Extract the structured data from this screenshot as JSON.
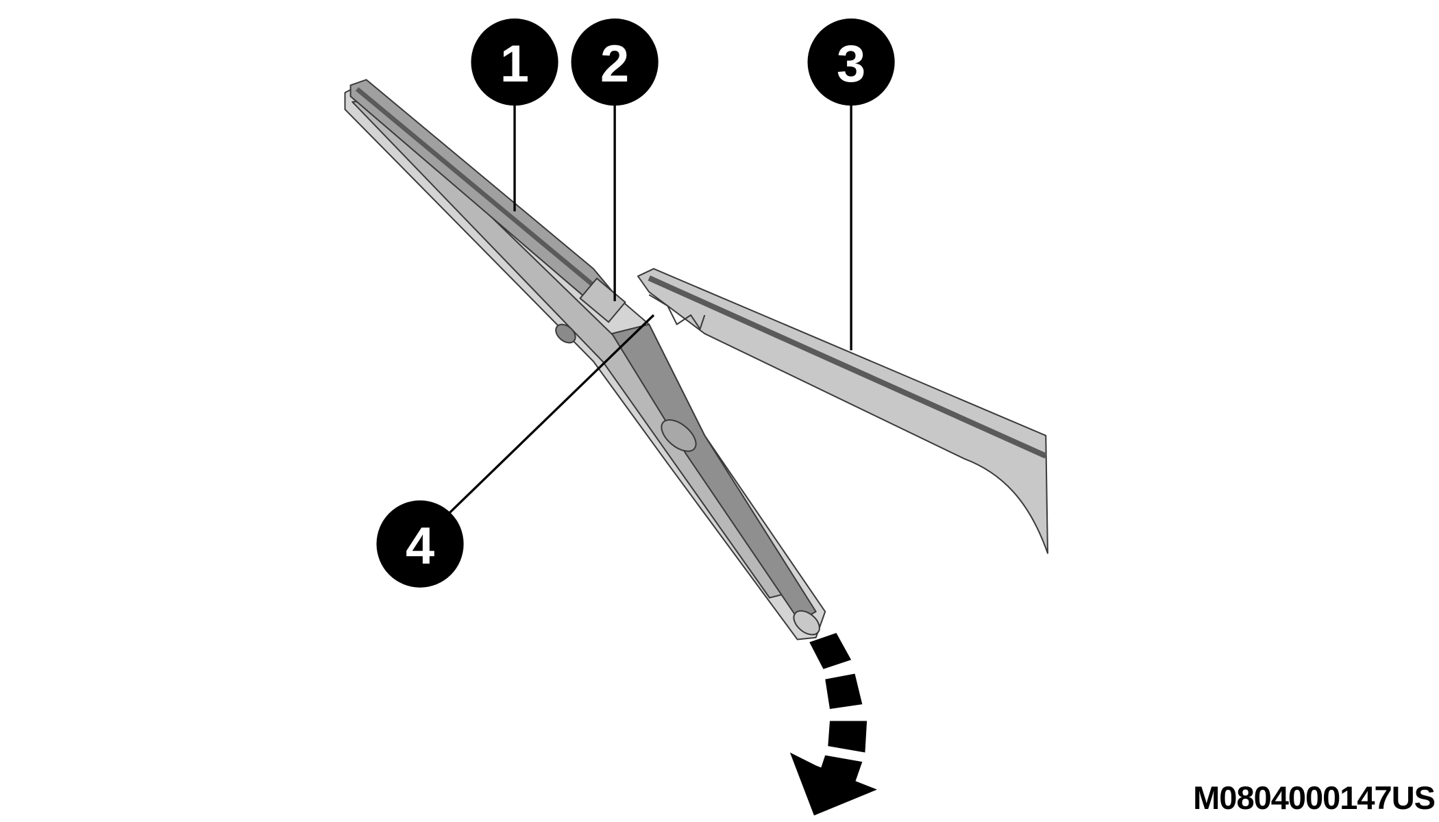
{
  "figure_code": "M0804000147US",
  "callouts": [
    {
      "number": "1"
    },
    {
      "number": "2"
    },
    {
      "number": "3"
    },
    {
      "number": "4"
    }
  ],
  "colors": {
    "outline": "#3a3a3a",
    "light_gray": "#d4d4d4",
    "mid_gray": "#a8a8a8",
    "dark_gray": "#6e6e6e",
    "callout": "#000000"
  }
}
